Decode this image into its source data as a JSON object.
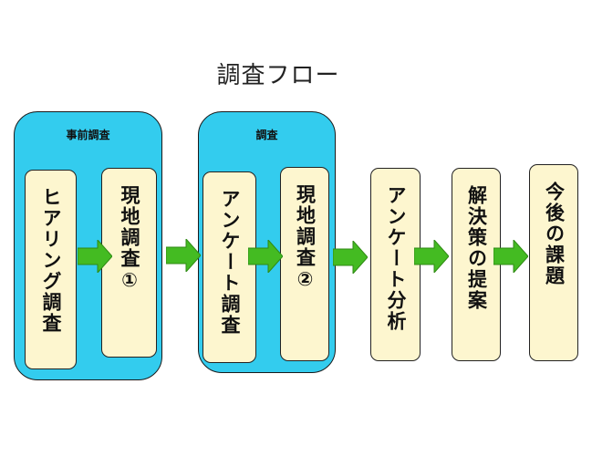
{
  "title": "調査フロー",
  "groups": {
    "pre_survey": {
      "label": "事前調査"
    },
    "survey": {
      "label": "調査"
    }
  },
  "steps": [
    {
      "label": "ヒアリング調査"
    },
    {
      "label": "現地調査①"
    },
    {
      "label": "アンケート調査"
    },
    {
      "label": "現地調査②"
    },
    {
      "label": "アンケート分析"
    },
    {
      "label": "解決策の提案"
    },
    {
      "label": "今後の課題"
    }
  ],
  "colors": {
    "group_fill": "#33ccee",
    "box_fill": "#fdf6cf",
    "arrow_fill": "#44bb22"
  }
}
